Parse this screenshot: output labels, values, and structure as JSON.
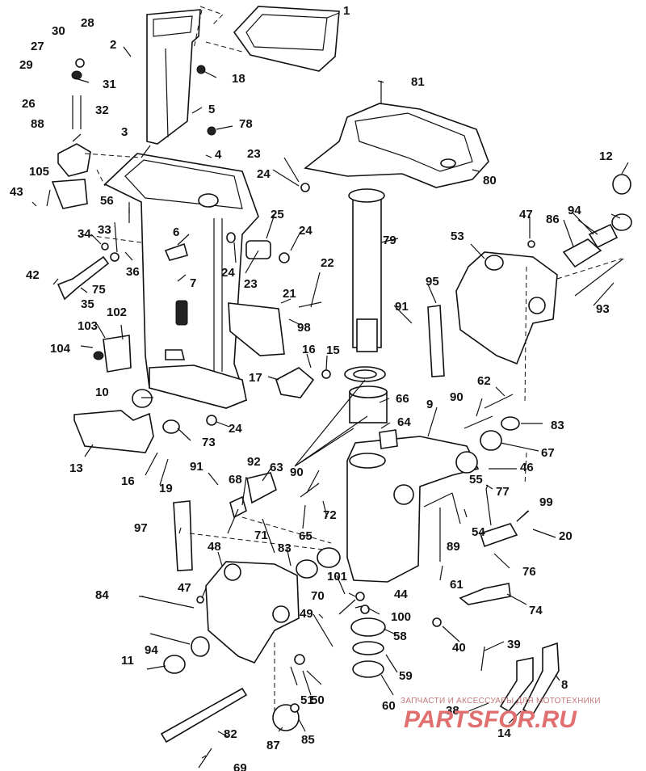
{
  "callouts": [
    "1",
    "2",
    "3",
    "4",
    "5",
    "6",
    "7",
    "8",
    "9",
    "10",
    "11",
    "12",
    "13",
    "14",
    "15",
    "16",
    "16",
    "17",
    "18",
    "19",
    "20",
    "21",
    "22",
    "23",
    "23",
    "24",
    "24",
    "24",
    "24",
    "25",
    "26",
    "27",
    "28",
    "29",
    "30",
    "31",
    "32",
    "33",
    "34",
    "35",
    "36",
    "38",
    "39",
    "40",
    "42",
    "43",
    "44",
    "46",
    "47",
    "47",
    "48",
    "49",
    "50",
    "51",
    "53",
    "54",
    "55",
    "56",
    "58",
    "59",
    "60",
    "61",
    "62",
    "63",
    "64",
    "65",
    "66",
    "67",
    "68",
    "69",
    "70",
    "71",
    "72",
    "73",
    "74",
    "75",
    "76",
    "77",
    "78",
    "79",
    "80",
    "81",
    "82",
    "83",
    "83",
    "84",
    "85",
    "86",
    "87",
    "88",
    "89",
    "90",
    "90",
    "91",
    "91",
    "92",
    "93",
    "94",
    "94",
    "95",
    "97",
    "98",
    "99",
    "100",
    "101",
    "102",
    "103",
    "104",
    "105"
  ],
  "watermark": {
    "caption": "ЗАПЧАСТИ И АКСЕССУАРЫ ДЛЯ МОТОТЕХНИКИ",
    "brand": "PARTSFOR.RU"
  },
  "colors": {
    "ink": "#111111",
    "watermark": "#e07070"
  }
}
